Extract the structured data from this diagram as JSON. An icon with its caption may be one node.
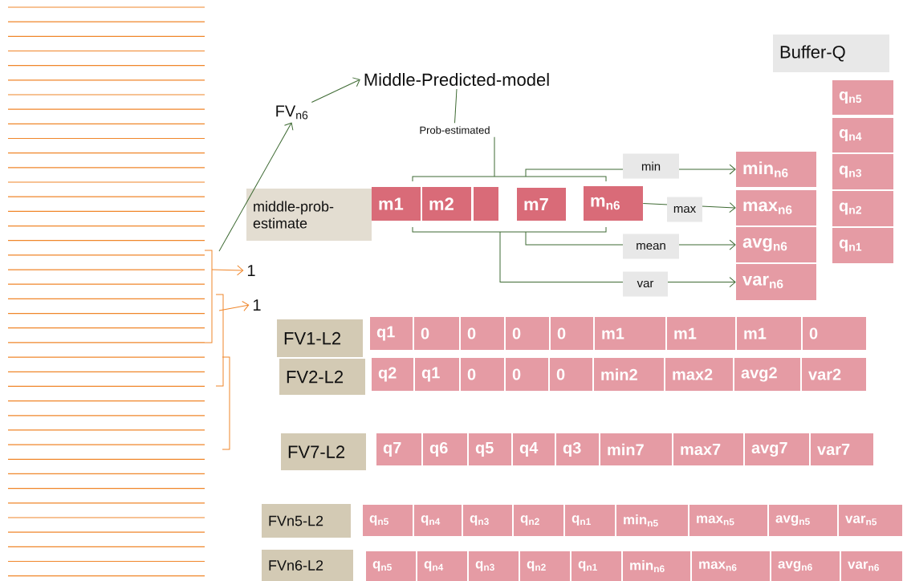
{
  "diagram": {
    "nodes": [
      {
        "text": [
          "FV$_{n6}$"
        ]
      },
      {
        "text": [
          "Middle-Predicted-model"
        ]
      },
      {
        "text": [
          "Prob-estimated"
        ]
      },
      {
        "text": [
          "middle-prob-estimate"
        ]
      },
      {
        "text": [
          "m1"
        ]
      },
      {
        "text": [
          "m2"
        ]
      },
      {
        "text": [],
        "shape": "box"
      },
      {
        "text": [
          "m7"
        ]
      },
      {
        "text": [
          "m$_{n6}$"
        ]
      },
      {
        "text": [
          "min$_{n6}$"
        ]
      },
      {
        "text": [
          "max$_{n6}$"
        ]
      },
      {
        "text": [
          "avg$_{n6}$"
        ]
      },
      {
        "text": [
          "var$_{n6}$"
        ]
      },
      {
        "text": [
          "Buffer-Q"
        ]
      },
      {
        "text": [
          "q$_{n5}$"
        ]
      },
      {
        "text": [
          "q$_{n4}$"
        ]
      },
      {
        "text": [
          "q$_{n3}$"
        ]
      },
      {
        "text": [
          "q$_{n2}$"
        ]
      },
      {
        "text": [
          "q$_{n1}$"
        ]
      },
      {
        "text": [
          "1"
        ]
      },
      {
        "text": [
          "1"
        ]
      },
      {
        "text": [
          "FV1-L2"
        ]
      },
      {
        "text": [
          "q1"
        ]
      },
      {
        "text": [
          "0"
        ]
      },
      {
        "text": [
          "0"
        ]
      },
      {
        "text": [
          "0"
        ]
      },
      {
        "text": [
          "0"
        ]
      },
      {
        "text": [
          "m1"
        ]
      },
      {
        "text": [
          "m1"
        ]
      },
      {
        "text": [
          "m1"
        ]
      },
      {
        "text": [
          "0"
        ]
      },
      {
        "text": [
          "FV2-L2"
        ]
      },
      {
        "text": [
          "q2"
        ]
      },
      {
        "text": [
          "q1"
        ]
      },
      {
        "text": [
          "0"
        ]
      },
      {
        "text": [
          "0"
        ]
      },
      {
        "text": [
          "0"
        ]
      },
      {
        "text": [
          "min2"
        ]
      },
      {
        "text": [
          "max2"
        ]
      },
      {
        "text": [
          "avg2"
        ]
      },
      {
        "text": [
          "var2"
        ]
      },
      {
        "text": [
          "FV7-L2"
        ]
      },
      {
        "text": [
          "q7"
        ]
      },
      {
        "text": [
          "q6"
        ]
      },
      {
        "text": [
          "q5"
        ]
      },
      {
        "text": [
          "q4"
        ]
      },
      {
        "text": [
          "q3"
        ]
      },
      {
        "text": [
          "min7"
        ]
      },
      {
        "text": [
          "max7"
        ]
      },
      {
        "text": [
          "avg7"
        ]
      },
      {
        "text": [
          "var7"
        ]
      },
      {
        "text": [
          "FVn5-L2"
        ]
      },
      {
        "text": [
          "q$_{n5}$"
        ]
      },
      {
        "text": [
          "q$_{n4}$"
        ]
      },
      {
        "text": [
          "q$_{n3}$"
        ]
      },
      {
        "text": [
          "q$_{n2}$"
        ]
      },
      {
        "text": [
          "q$_{n1}$"
        ]
      },
      {
        "text": [
          "min$_{n5}$"
        ]
      },
      {
        "text": [
          "max$_{n5}$"
        ]
      },
      {
        "text": [
          "avg$_{n5}$"
        ]
      },
      {
        "text": [
          "var$_{n5}$"
        ]
      },
      {
        "text": [
          "FVn6-L2"
        ]
      },
      {
        "text": [
          "q$_{n5}$"
        ]
      },
      {
        "text": [
          "q$_{n4}$"
        ]
      },
      {
        "text": [
          "q$_{n3}$"
        ]
      },
      {
        "text": [
          "q$_{n2}$"
        ]
      },
      {
        "text": [
          "q$_{n1}$"
        ]
      },
      {
        "text": [
          "min$_{n6}$"
        ]
      },
      {
        "text": [
          "max$_{n6}$"
        ]
      },
      {
        "text": [
          "avg$_{n6}$"
        ]
      },
      {
        "text": [
          "var$_{n6}$"
        ]
      },
      {
        "text": [],
        "shape": "bracket"
      },
      {
        "text": [],
        "shape": "bracket"
      }
    ],
    "edges": [
      {
        "from": null,
        "to": 19,
        "arrow": "to",
        "color": "#f0862a"
      },
      {
        "from": null,
        "to": 20,
        "arrow": "to",
        "color": "#f0862a"
      },
      {
        "from": null,
        "to": 0,
        "arrow": "to"
      },
      {
        "from": 0,
        "to": 1,
        "arrow": "to"
      },
      {
        "from": 1,
        "to": 2,
        "arrow": "none"
      },
      {
        "from": 2,
        "to": 71,
        "arrow": "none"
      },
      {
        "from": 71,
        "to": 9,
        "arrow": "to",
        "label": "min"
      },
      {
        "from": 8,
        "to": 10,
        "arrow": "to",
        "label": "max"
      },
      {
        "from": 72,
        "to": 11,
        "arrow": "to",
        "label": "mean"
      },
      {
        "from": 72,
        "to": 12,
        "arrow": "to",
        "label": "var"
      }
    ]
  }
}
